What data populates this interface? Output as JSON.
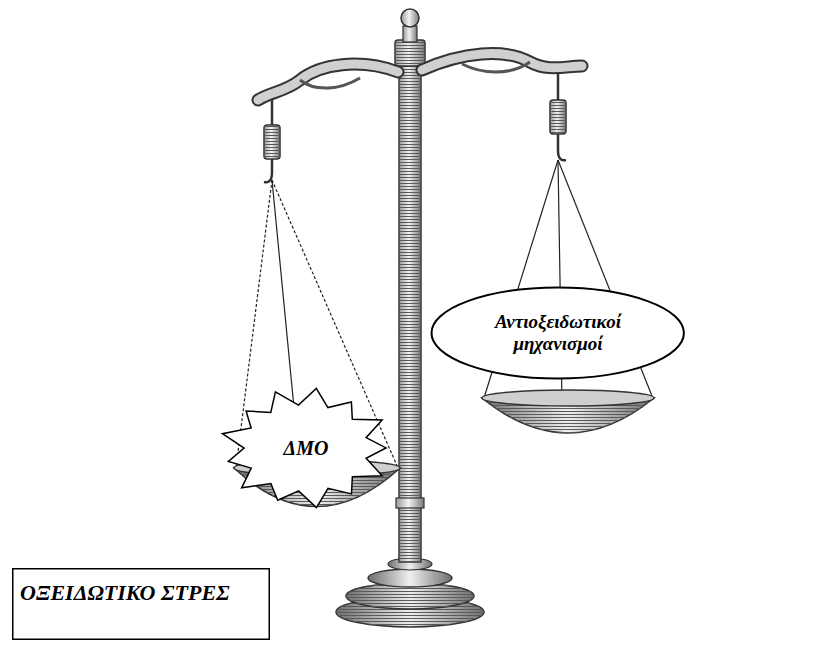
{
  "diagram": {
    "nodes": [
      {
        "text": [
          "ΔΜΟ"
        ]
      },
      {
        "text": [
          "Αντιοξειδωτικοί μηχανισμοί"
        ]
      },
      {
        "text": [
          "ΟΞΕΙΔΩΤΙΚΟ ΣΤΡΕΣ"
        ]
      }
    ]
  }
}
